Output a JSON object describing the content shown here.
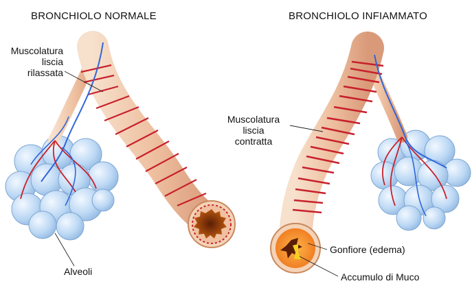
{
  "titles": {
    "normal": "BRONCHIOLO NORMALE",
    "inflamed": "BRONCHIOLO INFIAMMATO"
  },
  "labels": {
    "relaxed": [
      "Muscolatura",
      "liscia",
      "rilassata"
    ],
    "contracted": [
      "Muscolatura",
      "liscia",
      "contratta"
    ],
    "alveoli": "Alveoli",
    "edema": "Gonfiore (edema)",
    "mucus": "Accumulo di Muco"
  },
  "colors": {
    "tissue": "#f0c8a8",
    "muscle": "#c8202c",
    "vein": "#2f66d8",
    "alveolus": "#bcd8f4",
    "lumen": "#8b3a10",
    "mucus": "#f5d21f",
    "edema": "#f2892a"
  }
}
